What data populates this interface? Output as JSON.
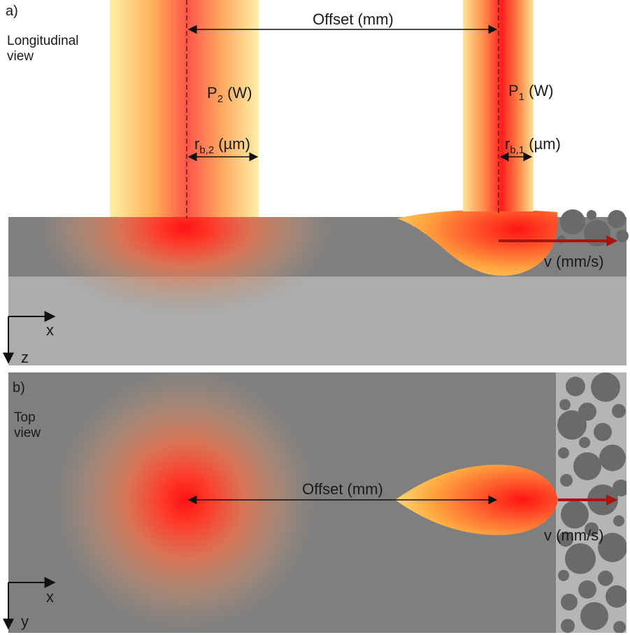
{
  "panel_a": {
    "tag": "a)",
    "view_line1": "Longitudinal",
    "view_line2": "view",
    "offset_label": "Offset (mm)",
    "beam2_power": {
      "symbol": "P",
      "subscript": "2",
      "unit": " (W)"
    },
    "beam1_power": {
      "symbol": "P",
      "subscript": "1",
      "unit": " (W)"
    },
    "beam2_radius": {
      "symbol": "r",
      "subscript": "b,2",
      "unit": " (µm)"
    },
    "beam1_radius": {
      "symbol": "r",
      "subscript": "b,1",
      "unit": " (µm)"
    },
    "velocity_label": "v (mm/s)",
    "axis_h": "x",
    "axis_v": "z"
  },
  "panel_b": {
    "tag": "b)",
    "view_line1": "Top",
    "view_line2": "view",
    "offset_label": "Offset (mm)",
    "velocity_label": "v (mm/s)",
    "axis_h": "x",
    "axis_v": "y"
  },
  "colors": {
    "substrate": "#7f7f7f",
    "lower_substrate": "#acacac",
    "powder_bed": "#b5b5b5",
    "powder_particle": "#6a6a6a",
    "heat_center": "#ff1a1a",
    "heat_edge": "#ffd27a",
    "velocity_arrow": "#a8140e"
  }
}
